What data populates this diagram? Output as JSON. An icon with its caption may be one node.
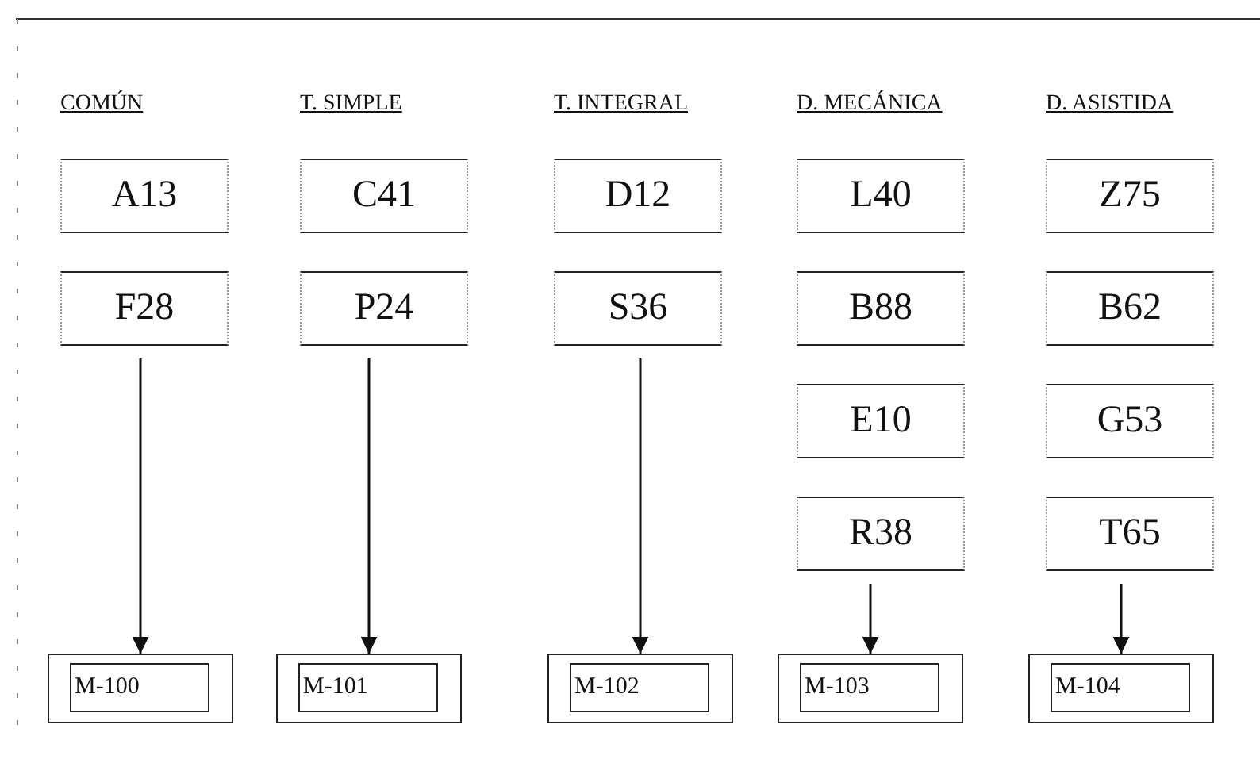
{
  "diagram": {
    "nodes": [
      {
        "text": [
          "A13"
        ]
      },
      {
        "text": [
          "F28"
        ]
      },
      {
        "text": [
          "C41"
        ]
      },
      {
        "text": [
          "P24"
        ]
      },
      {
        "text": [
          "D12"
        ]
      },
      {
        "text": [
          "S36"
        ]
      },
      {
        "text": [
          "L40"
        ]
      },
      {
        "text": [
          "B88"
        ]
      },
      {
        "text": [
          "E10"
        ]
      },
      {
        "text": [
          "R38"
        ]
      },
      {
        "text": [
          "Z75"
        ]
      },
      {
        "text": [
          "B62"
        ]
      },
      {
        "text": [
          "G53"
        ]
      },
      {
        "text": [
          "T65"
        ]
      },
      {
        "text": [],
        "shape": "box"
      },
      {
        "text": [
          "M-100"
        ],
        "in": 14
      },
      {
        "text": [],
        "shape": "box"
      },
      {
        "text": [
          "M-101"
        ],
        "in": 16
      },
      {
        "text": [],
        "shape": "box"
      },
      {
        "text": [
          "M-102"
        ],
        "in": 18
      },
      {
        "text": [],
        "shape": "box"
      },
      {
        "text": [
          "M-103"
        ],
        "in": 20
      },
      {
        "text": [],
        "shape": "box"
      },
      {
        "text": [
          "M-104"
        ],
        "in": 22
      }
    ],
    "edges": [
      {
        "from": 1,
        "to": 14,
        "arrow": "to"
      },
      {
        "from": 3,
        "to": 16,
        "arrow": "to"
      },
      {
        "from": 5,
        "to": 18,
        "arrow": "to"
      },
      {
        "from": 9,
        "to": 20,
        "arrow": "to"
      },
      {
        "from": 13,
        "to": 22,
        "arrow": "to"
      }
    ],
    "labels": [
      "COMÚN",
      "T. SIMPLE",
      "T. INTEGRAL",
      "D. MECÁNICA",
      "D. ASISTIDA"
    ]
  }
}
